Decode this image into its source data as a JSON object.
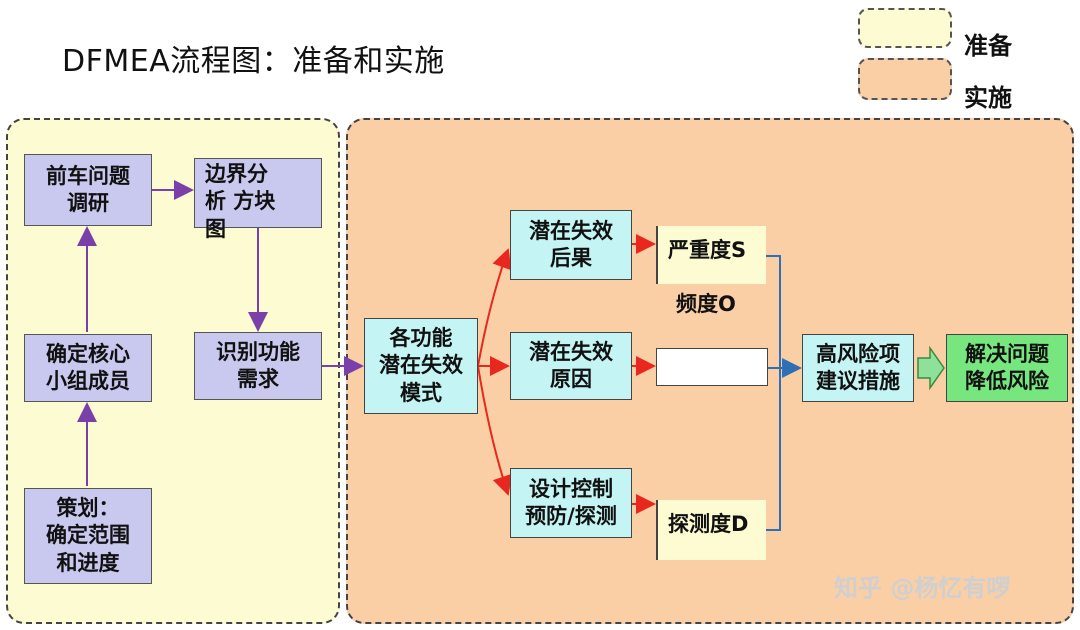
{
  "title": "DFMEA流程图：准备和实施",
  "legend": [
    {
      "label": "准备",
      "color": "#fdfbd2"
    },
    {
      "label": "实施",
      "color": "#fbcfa6"
    }
  ],
  "regions": {
    "prep_color": "#fdfbd2",
    "impl_color": "#fbcfa6"
  },
  "nodes": {
    "prev_car": "前车问题\n调研",
    "boundary": "边界分\n析 方块\n图",
    "core_team": "确定核心\n小组成员",
    "func_req": "识别功能\n需求",
    "plan": "策划：\n确定范围\n和进度",
    "failure_modes": "各功能\n潜在失效\n模式",
    "effects": "潜在失效\n后果",
    "causes": "潜在失效\n原因",
    "controls": "设计控制\n预防/探测",
    "severity": "严重度S",
    "occurrence": "频度O",
    "detection": "探测度D",
    "high_risk": "高风险项\n建议措施",
    "solve": "解决问题\n降低风险"
  },
  "watermark": "知乎 @杨忆有啰"
}
